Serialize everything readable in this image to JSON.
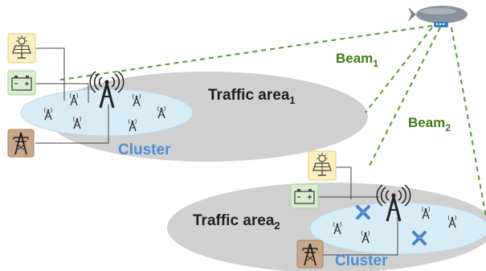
{
  "labels": {
    "beam1": "Beam",
    "beam1_sub": "1",
    "beam2": "Beam",
    "beam2_sub": "2",
    "traffic_area1": "Traffic area",
    "traffic_area1_sub": "1",
    "traffic_area2": "Traffic area",
    "traffic_area2_sub": "2",
    "cluster1": "Cluster",
    "cluster2": "Cluster"
  },
  "colors": {
    "area": "#d0d0d0",
    "cluster": "#d7ecf7",
    "beam": "#5a9a35",
    "cluster_text": "#4a8fd4",
    "inactive_x": "#4a83c8"
  },
  "icons": {
    "airship": "airship-icon",
    "solar": "solar-panel-icon",
    "battery": "battery-icon",
    "grid": "power-tower-icon",
    "main_tower": "cell-tower-icon",
    "small_cell": "small-antenna-icon",
    "inactive": "inactive-x-icon"
  }
}
